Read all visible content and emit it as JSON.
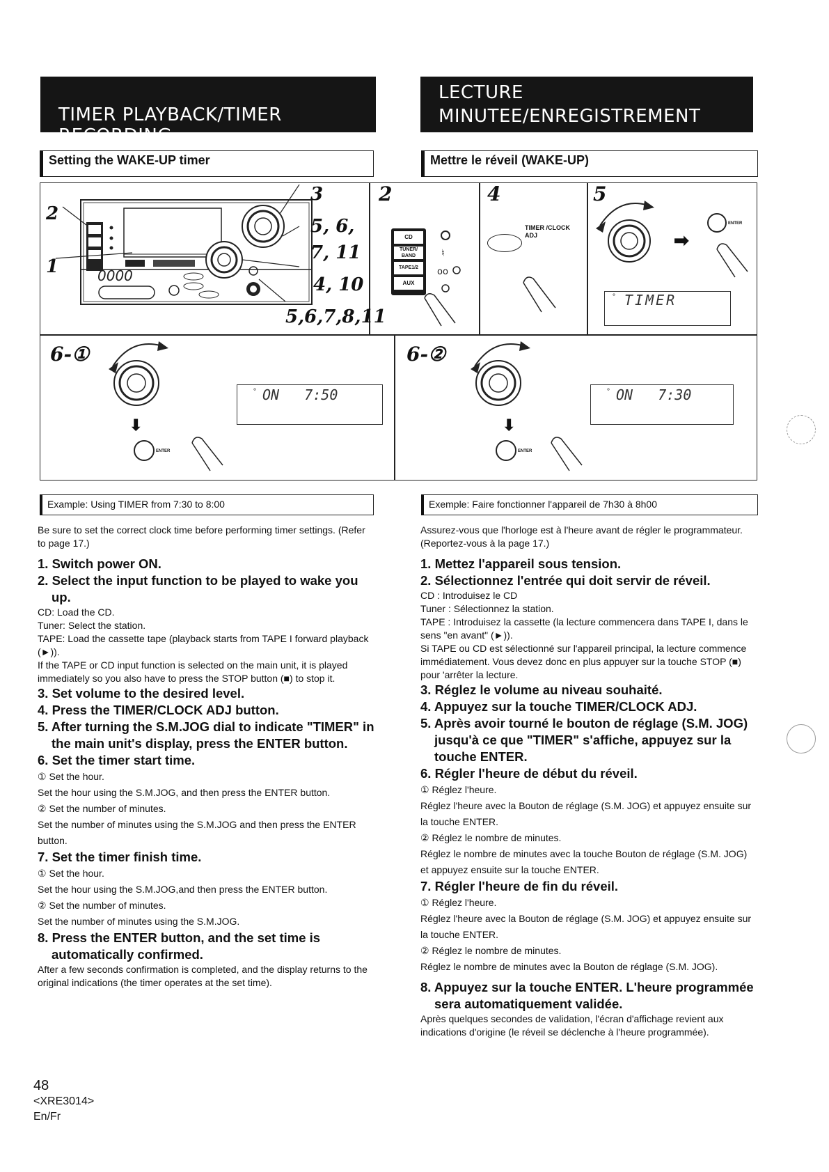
{
  "banners": {
    "left": "TIMER PLAYBACK/TIMER RECORDING",
    "right_line1": "LECTURE MINUTEE/ENREGISTREMENT",
    "right_line2": "MINUTE"
  },
  "sections": {
    "left": "Setting the WAKE-UP timer",
    "right": "Mettre le réveil (WAKE-UP)"
  },
  "figure": {
    "labels_main": {
      "l2": "2",
      "l1": "1",
      "l3": "3",
      "l5": "5, 6,",
      "l7": "7, 11",
      "l4": "4, 10",
      "l5b": "5,6,7,8,11"
    },
    "panel2_label": "2",
    "panel4_label": "4",
    "panel5_label": "5",
    "panel2_buttons": [
      "CD",
      "TUNER/ BAND",
      "TAPE1/2",
      "AUX"
    ],
    "panel4_text": "TIMER /CLOCK ADJ",
    "panel5_enter": "ENTER",
    "panel5_display": "TIMER",
    "panel61_label": "6-①",
    "panel61_display": "ON   7:50",
    "panel62_label": "6-②",
    "panel62_display": "ON   7:30",
    "enter_small": "ENTER"
  },
  "example": {
    "left": "Example: Using TIMER from 7:30 to 8:00",
    "right": "Exemple: Faire fonctionner l'appareil de 7h30 à 8h00"
  },
  "left_col": {
    "intro": "Be sure to set the correct clock time before performing timer settings. (Refer to page 17.)",
    "s1": "1. Switch power ON.",
    "s2": "2. Select the input function to be played to wake you up.",
    "s2a": "CD: Load the CD.",
    "s2b": "Tuner: Select the station.",
    "s2c": "TAPE: Load the cassette tape (playback starts from TAPE I forward playback (►)).",
    "s2d": "If the TAPE or CD input function is selected on the main unit, it is played immediately so you also have to press the STOP button (■) to stop it.",
    "s3": "3. Set volume to the desired level.",
    "s4": "4. Press the TIMER/CLOCK ADJ button.",
    "s5": "5. After turning the S.M.JOG dial to indicate \"TIMER\" in the main unit's display, press the ENTER button.",
    "s6": "6. Set the timer start time.",
    "s6a": "① Set the hour.",
    "s6b": "Set the hour using the  S.M.JOG, and then press the ENTER button.",
    "s6c": "② Set the number of minutes.",
    "s6d": "Set the number of minutes using the S.M.JOG and then press the ENTER button.",
    "s7": "7. Set the timer finish time.",
    "s7a": "① Set the hour.",
    "s7b": "Set the hour using the S.M.JOG,and then press the ENTER button.",
    "s7c": "② Set the number of minutes.",
    "s7d": "Set the number of minutes using the  S.M.JOG.",
    "s8": "8. Press the ENTER button, and the set time is automatically confirmed.",
    "s8a": "After a few seconds confirmation is completed, and the display returns to the original indications (the timer operates at the set time)."
  },
  "right_col": {
    "intro": "Assurez-vous que l'horloge est à l'heure avant de régler le programmateur. (Reportez-vous à la page 17.)",
    "s1": "1. Mettez l'appareil sous tension.",
    "s2": "2. Sélectionnez l'entrée qui doit servir de réveil.",
    "s2a": "CD : Introduisez le CD",
    "s2b": "Tuner : Sélectionnez la station.",
    "s2c": "TAPE : Introduisez la cassette (la lecture commencera dans TAPE I, dans le sens \"en avant\" (►)).",
    "s2d": "Si TAPE ou CD est sélectionné sur l'appareil principal, la lecture commence immédiatement. Vous devez donc en plus appuyer sur la touche STOP (■) pour 'arrêter la lecture.",
    "s3": "3. Réglez le volume au niveau souhaité.",
    "s4": "4. Appuyez sur la touche TIMER/CLOCK ADJ.",
    "s5": "5. Après avoir tourné le bouton de réglage (S.M. JOG) jusqu'à ce que \"TIMER\" s'affiche, appuyez sur la touche ENTER.",
    "s6": "6. Régler l'heure de début du réveil.",
    "s6a": "① Réglez l'heure.",
    "s6b": "Réglez l'heure avec la Bouton de réglage (S.M. JOG) et appuyez ensuite sur la touche ENTER.",
    "s6c": "② Réglez le nombre de minutes.",
    "s6d": "Réglez le nombre de minutes avec la touche Bouton de réglage (S.M. JOG) et appuyez ensuite sur la touche ENTER.",
    "s7": "7. Régler l'heure de fin du réveil.",
    "s7a": "① Réglez l'heure.",
    "s7b": "Réglez l'heure avec la Bouton de réglage (S.M. JOG) et appuyez ensuite sur la touche ENTER.",
    "s7c": "② Réglez le nombre de minutes.",
    "s7d": "Réglez le nombre de minutes avec la Bouton de réglage (S.M. JOG).",
    "s8": "8. Appuyez sur la touche ENTER. L'heure programmée sera automatiquement validée.",
    "s8a": "Après quelques secondes de validation, l'écran d'affichage revient aux indications d'origine (le réveil se déclenche à l'heure programmée)."
  },
  "footer": {
    "page": "48",
    "code": "<XRE3014>",
    "lang": "En/Fr"
  }
}
